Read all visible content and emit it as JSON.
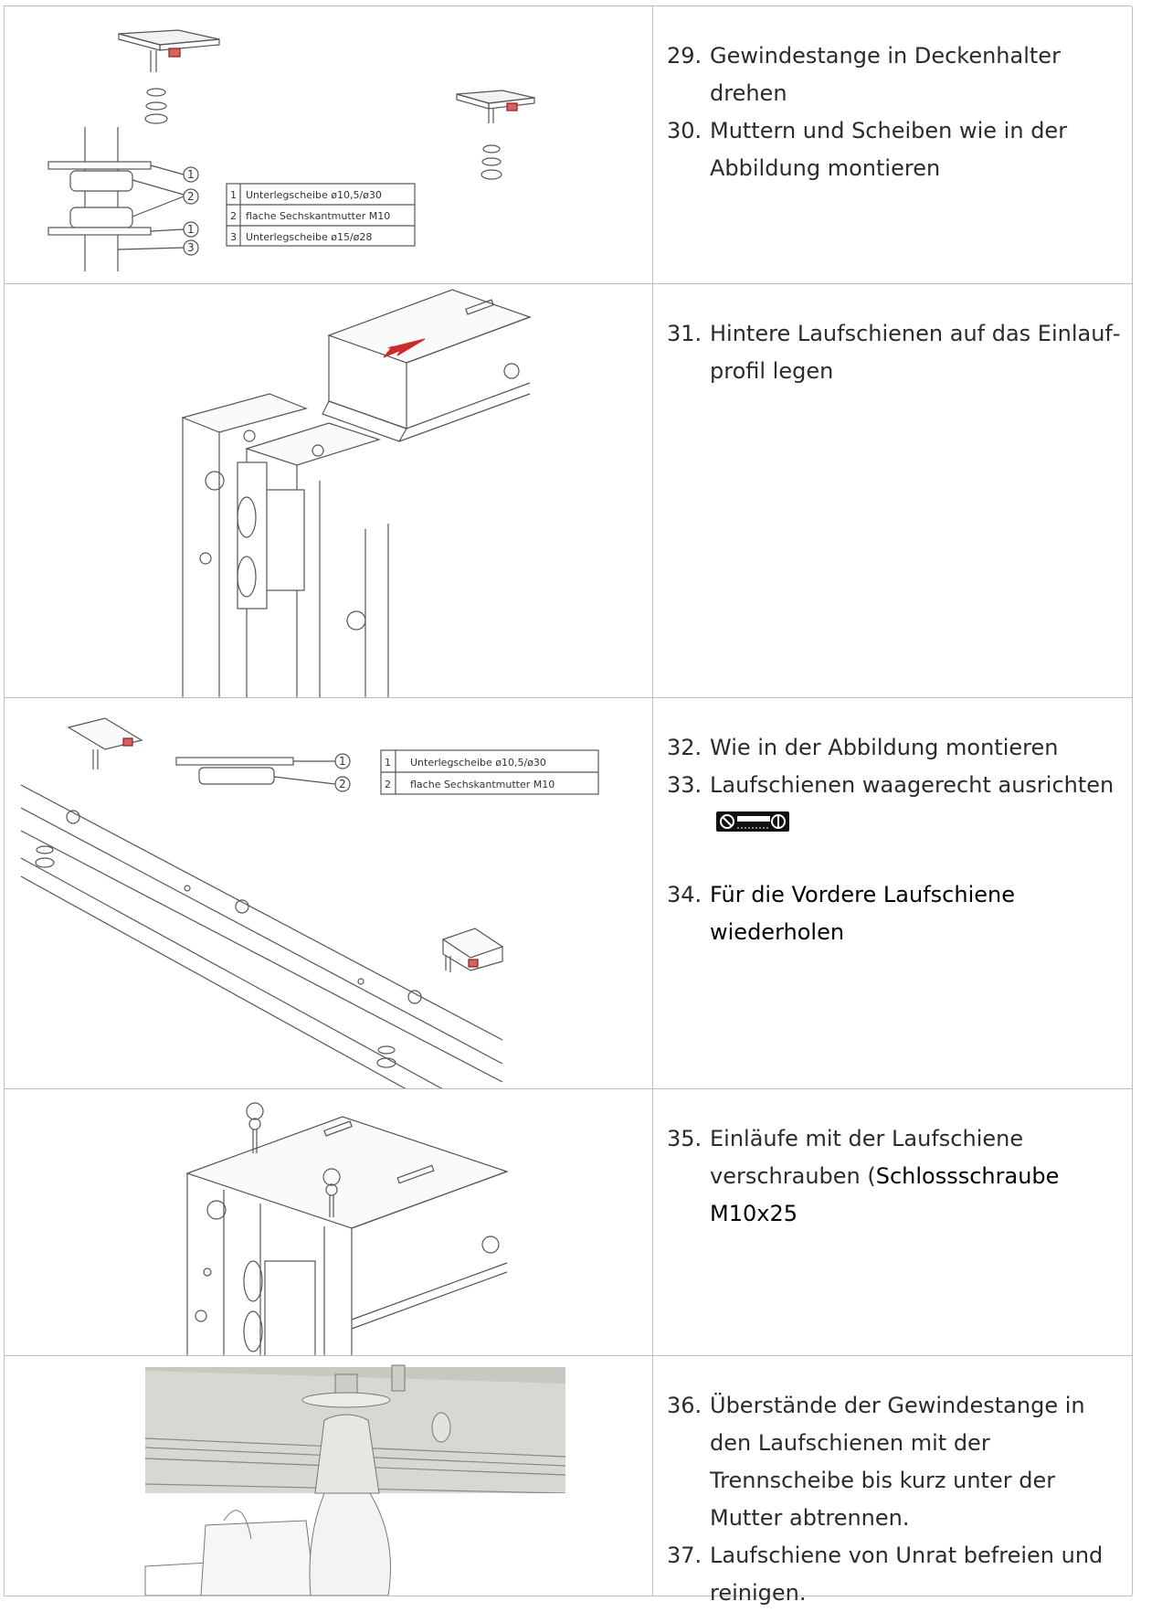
{
  "rows": [
    {
      "steps": [
        {
          "num": "29.",
          "text": "Gewindestange in Deckenhalter drehen"
        },
        {
          "num": "30.",
          "text": "Muttern und Scheiben wie in der Abbildung montieren"
        }
      ],
      "legend": [
        {
          "n": "1",
          "label": "Unterlegscheibe ø10,5/ø30"
        },
        {
          "n": "2",
          "label": "flache Sechskantmutter M10"
        },
        {
          "n": "3",
          "label": "Unterlegscheibe ø15/ø28"
        }
      ],
      "callouts": [
        "1",
        "2",
        "1",
        "3"
      ]
    },
    {
      "steps": [
        {
          "num": "31.",
          "text": "Hintere Laufschienen auf das Einlauf­profil legen"
        }
      ]
    },
    {
      "steps": [
        {
          "num": "32.",
          "text": "Wie in der Abbildung montieren"
        },
        {
          "num": "33.",
          "text": "Laufschienen waagerecht aus­richten"
        },
        {
          "num": "34.",
          "text": "Für die Vordere Laufschiene wiederho­len"
        }
      ],
      "legend": [
        {
          "n": "1",
          "label": "Unterlegscheibe ø10,5/ø30"
        },
        {
          "n": "2",
          "label": "flache Sechskantmutter M10"
        }
      ],
      "callouts": [
        "1",
        "2"
      ]
    },
    {
      "steps": [
        {
          "num": "35.",
          "text_plain": "Einläufe mit der Laufschiene verschrau­ben (",
          "text_bold": "Schlossschraube M10x25"
        }
      ]
    },
    {
      "steps": [
        {
          "num": "36.",
          "text": "Überstände der Gewindestange in den Laufschienen mit der Trennscheibe bis kurz unter der Mutter abtrennen."
        },
        {
          "num": "37.",
          "text": "Laufschiene von Unrat befreien und rei­nigen."
        }
      ]
    }
  ],
  "icons": {
    "level": "spirit-level-icon",
    "accent": "#cc2b2b"
  }
}
